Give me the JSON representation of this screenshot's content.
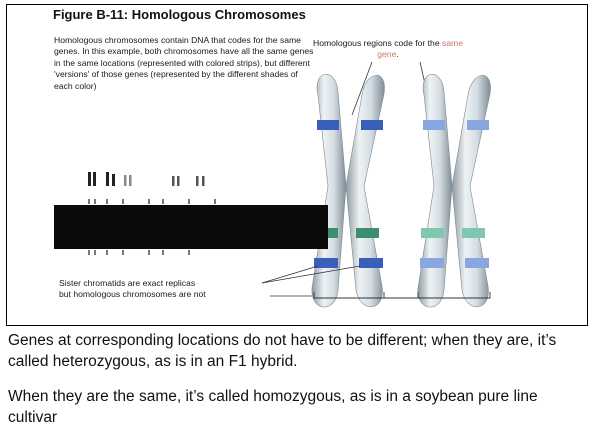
{
  "figure": {
    "title": "Figure B-11: Homologous Chromosomes",
    "description": "Homologous chromosomes contain DNA that codes for the same genes. In this example, both chromosomes have all the same genes in the same locations (represented with colored strips), but different 'versions' of those genes (represented by the different shades of each color)",
    "region_label_part1": "Homologous regions code for the ",
    "region_label_same": "same gene",
    "region_label_end": ".",
    "sister_label_line1": "Sister chromatids are exact replicas",
    "sister_label_line2": "but homologous chromosomes are not"
  },
  "colors": {
    "chromosome_body": "#d4dde3",
    "chromosome_shadow": "#8d9aa3",
    "band_blue_dark": "#3a5fb8",
    "band_blue_light": "#8aa6e0",
    "band_green_dark": "#3c8f6e",
    "band_green_light": "#7fc7b0",
    "karyotype_bar": "#0a0a0a"
  },
  "caption": {
    "paragraph1": "Genes at corresponding locations do not have to be different; when they are, it’s called heterozygous, as is in an F1 hybrid.",
    "paragraph2": "When they are the same, it’s called homozygous, as is in a soybean pure line cultivar"
  }
}
